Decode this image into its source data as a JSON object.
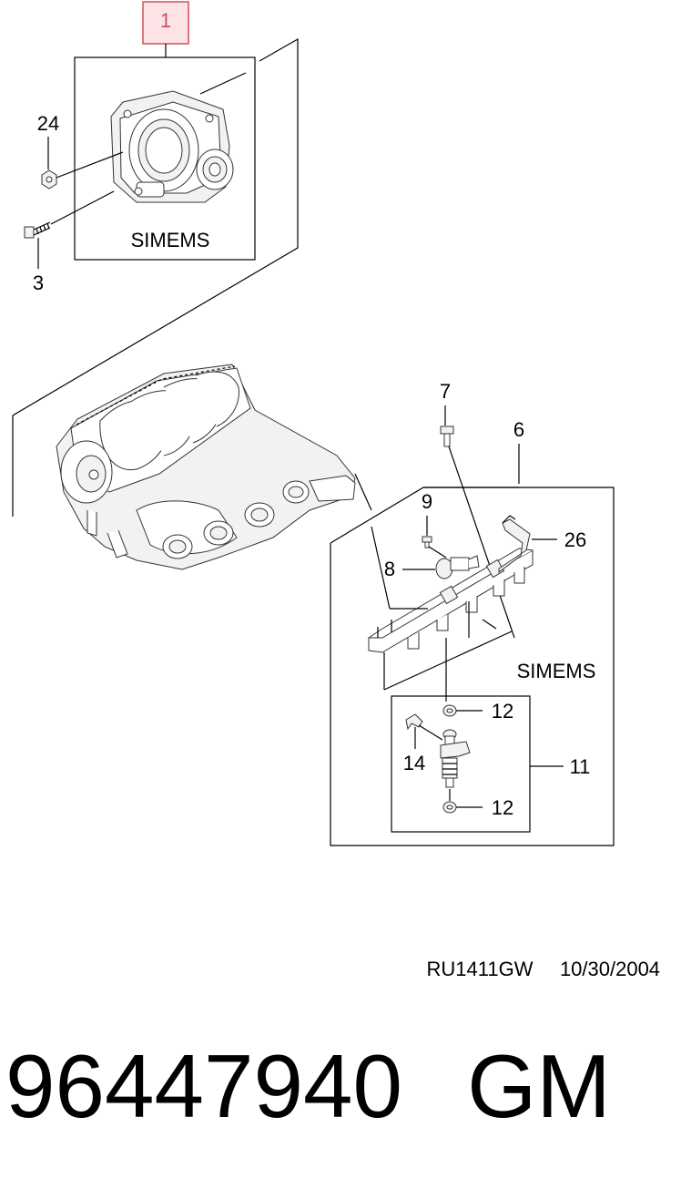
{
  "callouts": {
    "c1": "1",
    "c3": "3",
    "c6": "6",
    "c7": "7",
    "c8": "8",
    "c9": "9",
    "c11": "11",
    "c12a": "12",
    "c12b": "12",
    "c14": "14",
    "c24": "24",
    "c26": "26"
  },
  "brand_labels": {
    "throttle_body": "SIMEMS",
    "fuel_rail": "SIMEMS"
  },
  "footer": {
    "drawing_code": "RU1411GW",
    "date": "10/30/2004"
  },
  "part_number": "96447940",
  "manufacturer": "GM",
  "colors": {
    "highlight_box_stroke": "#d0505a",
    "highlight_box_fill": "#fde3e6",
    "line": "#000000"
  }
}
